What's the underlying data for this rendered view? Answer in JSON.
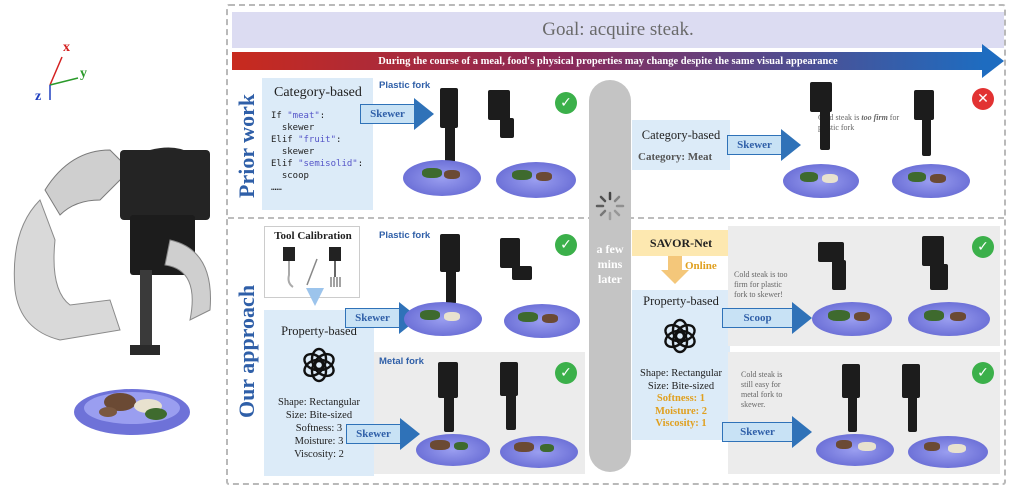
{
  "axes": {
    "x": "x",
    "y": "y",
    "z": "z"
  },
  "goal": {
    "text": "Goal: acquire steak."
  },
  "timeline": {
    "text": "During the course of a meal, food's physical properties may change despite the same visual appearance"
  },
  "prior_work": {
    "row_label": "Prior work",
    "category_panel": {
      "title": "Category-based",
      "code_lines": [
        [
          "If ",
          "\"meat\"",
          ":"
        ],
        [
          "  skewer",
          "",
          ""
        ],
        [
          "Elif ",
          "\"fruit\"",
          ":"
        ],
        [
          "  skewer",
          "",
          ""
        ],
        [
          "Elif ",
          "\"semisolid\"",
          ":"
        ],
        [
          "  scoop",
          "",
          ""
        ],
        [
          "……",
          "",
          ""
        ]
      ]
    },
    "tool_label": "Plastic fork",
    "arrow_label": "Skewer",
    "later_panel": {
      "title": "Category-based",
      "category": "Category:  Meat",
      "arrow_label": "Skewer",
      "note_line1": "Cold steak is ",
      "note_emph": "too firm",
      "note_line2": " for plastic fork"
    }
  },
  "time_gap": {
    "line1": "a few",
    "line2": "mins",
    "line3": "later"
  },
  "our_approach": {
    "row_label": "Our approach",
    "tool_calibration": "Tool Calibration",
    "property_panel": {
      "title": "Property-based",
      "props": [
        "Shape: Rectangular",
        "Size: Bite-sized",
        "Softness: 3",
        "Moisture: 3",
        "Viscosity: 2"
      ]
    },
    "plastic_label": "Plastic fork",
    "plastic_arrow": "Skewer",
    "metal_label": "Metal fork",
    "metal_arrow": "Skewer",
    "later": {
      "net_label": "SAVOR-Net",
      "online_label": "Online",
      "title": "Property-based",
      "props_plain": [
        "Shape: Rectangular",
        "Size: Bite-sized"
      ],
      "props_changed": [
        "Softness: 1",
        "Moisture: 2",
        "Viscosity: 1"
      ],
      "scoop_arrow": "Scoop",
      "skewer_arrow": "Skewer",
      "note_plastic": [
        "Cold steak is too",
        "firm for plastic",
        "fork to skewer!"
      ],
      "note_metal": [
        "Cold steak is",
        "still easy for",
        "metal fork to",
        "skewer."
      ]
    }
  },
  "icons": {
    "success": "✓",
    "fail": "✕"
  },
  "colors": {
    "accent": "#2f5fa8",
    "changed": "#e0a020",
    "success": "#3bb04a",
    "fail": "#e23232"
  }
}
